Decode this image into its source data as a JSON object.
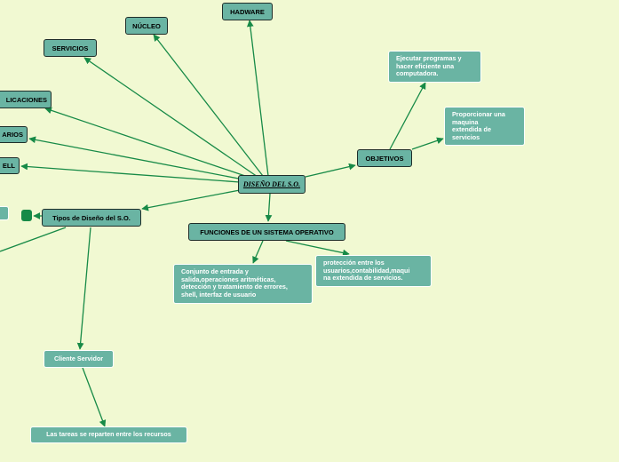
{
  "center": "DISEÑO DEL S.O.",
  "nodes": {
    "hadware": "HADWARE",
    "nucleo": "NÚCLEO",
    "servicios": "SERVICIOS",
    "aplicaciones": "LICACIONES",
    "usuarios": "ARIOS",
    "shell": "ELL",
    "tipos": "Tipos de Diseño del S.O.",
    "funciones": "FUNCIONES DE UN SISTEMA OPERATIVO",
    "objetivos": "OBJETIVOS"
  },
  "leaves": {
    "obj1": "Ejecutar programas y\nhacer eficiente una\ncomputadora.",
    "obj2": "Proporcionar una\nmaquina\nextendida de\nservicios",
    "func1": "Conjunto de entrada y\nsalida,operaciones aritméticas,\ndetección y tratamiento de errores,\nshell, interfaz de usuario",
    "func2": "protección entre los\nusuarios,contabilidad,maqui\nna extendida de servicios.",
    "cliente": "Cliente Servidor",
    "recursos": "Las tareas se reparten entre los recursos"
  },
  "colors": {
    "background": "#f1f9d2",
    "node": "#6ab4a3",
    "connector": "#178a47"
  }
}
